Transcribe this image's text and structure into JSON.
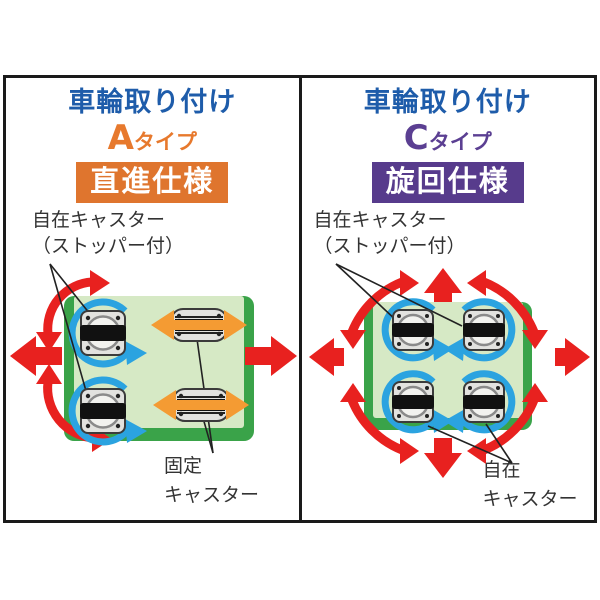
{
  "panels": [
    {
      "title": "車輪取り付け",
      "type_letter": "A",
      "type_suffix": "タイプ",
      "badge": "直進仕様",
      "top_label_line1": "自在キャスター",
      "top_label_line2": "（ストッパー付）",
      "bottom_label_line1": "固定",
      "bottom_label_line2": "キャスター"
    },
    {
      "title": "車輪取り付け",
      "type_letter": "C",
      "type_suffix": "タイプ",
      "badge": "旋回仕様",
      "top_label_line1": "自在キャスター",
      "top_label_line2": "（ストッパー付）",
      "bottom_label_line1": "自在",
      "bottom_label_line2": "キャスター"
    }
  ],
  "colors": {
    "title_blue": "#1e5caa",
    "type_a_orange": "#e7792d",
    "badge_a_bg": "#df752e",
    "type_c_purple": "#5b3f92",
    "badge_c_bg": "#573b8c",
    "movement_arrow_red": "#e8211f",
    "swivel_rotation_arrow_blue": "#2ba3e0",
    "fixed_direction_arrow_orange": "#f49b33",
    "board_edge_green": "#3aa349",
    "board_top_green": "#d6e9c5",
    "panel_border_black": "#1a1a1a"
  },
  "icons": {
    "red_arrows": "straight and curved movement direction arrows",
    "blue_circle_arrows": "caster swivel rotation arrows",
    "orange_double_arrow": "fixed caster travel direction arrow",
    "caster_icon": "top view caster plate with wheel"
  }
}
